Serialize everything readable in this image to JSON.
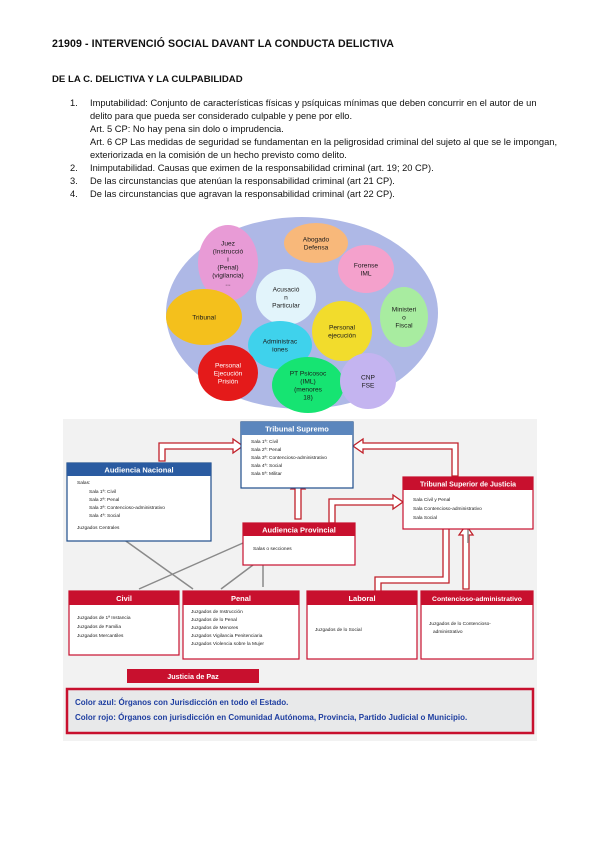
{
  "doc": {
    "title": "21909 - INTERVENCIÓ SOCIAL DAVANT LA CONDUCTA DELICTIVA",
    "section": "DE LA C. DELICTIVA Y LA CULPABILIDAD",
    "items": [
      {
        "num": "1.",
        "lines": [
          "Imputabilidad: Conjunto de características físicas y psíquicas mínimas que deben concurrir en el autor de un delito para que pueda ser considerado culpable y pene por ello.",
          "Art. 5 CP: No hay pena sin dolo o imprudencia.",
          "Art. 6 CP Las medidas de seguridad se fundamentan en la peligrosidad criminal del sujeto al que se le impongan, exteriorizada en la comisión de un hecho previsto como delito."
        ]
      },
      {
        "num": "2.",
        "lines": [
          "Inimputabilidad. Causas que eximen de la responsabilidad criminal (art. 19; 20 CP)."
        ]
      },
      {
        "num": "3.",
        "lines": [
          "De las circunstancias que atenúan la responsabilidad criminal (art 21 CP)."
        ]
      },
      {
        "num": "4.",
        "lines": [
          "De las circunstancias que agravan la responsabilidad criminal (art 22 CP)."
        ]
      }
    ]
  },
  "circles": [
    {
      "lines": [
        "Juez",
        "(Instrucció",
        "i",
        "(Penal)",
        "(vigilancia)",
        "..."
      ],
      "color": "#e89bd6"
    },
    {
      "lines": [
        "Abogado",
        "Defensa"
      ],
      "color": "#f8b87a"
    },
    {
      "lines": [
        "Forense",
        "IML"
      ],
      "color": "#f4a1cc"
    },
    {
      "lines": [
        "Acusació",
        "n",
        "Particular"
      ],
      "color": "#e2f4fb"
    },
    {
      "lines": [
        "Ministeri",
        "o",
        "Fiscal"
      ],
      "color": "#a8eca0"
    },
    {
      "lines": [
        "Tribunal"
      ],
      "color": "#f4c01c"
    },
    {
      "lines": [
        "Personal",
        "ejecución"
      ],
      "color": "#f2dc2c"
    },
    {
      "lines": [
        "Administrac",
        "iones"
      ],
      "color": "#3fd2ec"
    },
    {
      "lines": [
        "Personal",
        "Ejecución",
        "Prisión"
      ],
      "color": "#e41a1a"
    },
    {
      "lines": [
        "PT Psicosoc",
        "(IML)",
        "(menores",
        "18)"
      ],
      "color": "#16e472"
    },
    {
      "lines": [
        "CNP",
        "FSE"
      ],
      "color": "#c4b4f0"
    }
  ],
  "org": {
    "supremo": {
      "title": "Tribunal Supremo",
      "items": [
        "Sala 1ª: Civil",
        "Sala 2ª: Penal",
        "Sala 3ª: Contencioso-administrativo",
        "Sala 4ª: Social",
        "Sala 5ª: Militar"
      ]
    },
    "nacional": {
      "title": "Audiencia Nacional",
      "salas": "Salas:",
      "items": [
        "Sala 1ª: Civil",
        "Sala 2ª: Penal",
        "Sala 3ª: Contencioso-administrativo",
        "Sala 4ª: Social"
      ],
      "extra": "Juzgados Centrales"
    },
    "superior": {
      "title": "Tribunal Superior de Justicia",
      "items": [
        "Sala Civil y Penal",
        "Sala Contencioso-administrativo",
        "Sala Social"
      ]
    },
    "provincial": {
      "title": "Audiencia Provincial",
      "items": [
        "Salas o secciones"
      ]
    },
    "civil": {
      "title": "Civil",
      "items": [
        "Juzgados de 1ª Instancia",
        "Juzgados de Familia",
        "Juzgados Mercantiles"
      ]
    },
    "penal": {
      "title": "Penal",
      "items": [
        "Juzgados de Instrucción",
        "Juzgados de lo Penal",
        "Juzgados de Menores",
        "Juzgados Vigilancia Penitenciaria",
        "Juzgados Violencia sobre la Mujer"
      ]
    },
    "laboral": {
      "title": "Laboral",
      "items": [
        "Juzgados de lo Social"
      ]
    },
    "contencioso": {
      "title": "Contencioso-administrativo",
      "items": [
        "Juzgados de lo Contencioso-",
        "administrativo"
      ]
    },
    "paz": {
      "title": "Justicia de Paz"
    },
    "legend": [
      "Color azul: Órganos con Jurisdicción en todo el Estado.",
      "Color rojo: Órganos con jurisdicción en  Comunidad Autónoma, Provincia, Partido Judicial o Municipio."
    ],
    "colors": {
      "blue": "#1f4e8c",
      "red": "#c8102e",
      "legend_text": "#1e3ea0",
      "legend_bg": "#e8e9ea"
    }
  }
}
